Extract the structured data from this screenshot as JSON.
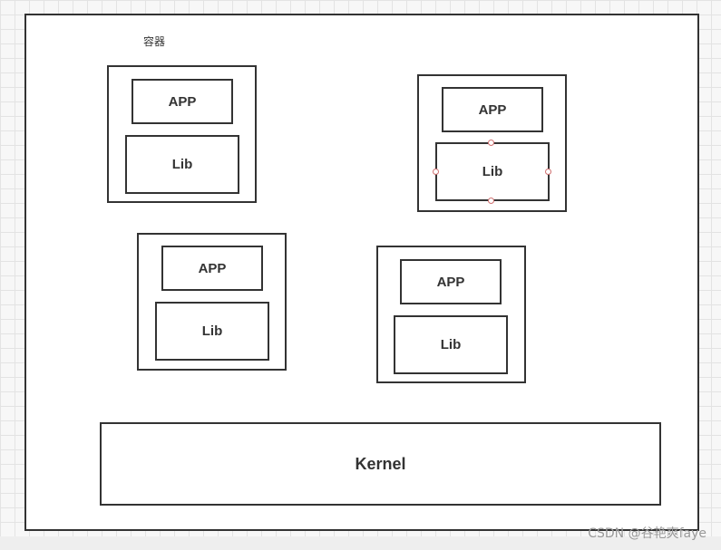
{
  "diagram": {
    "title": "容器",
    "containers": [
      {
        "app": "APP",
        "lib": "Lib"
      },
      {
        "app": "APP",
        "lib": "Lib"
      },
      {
        "app": "APP",
        "lib": "Lib"
      },
      {
        "app": "APP",
        "lib": "Lib"
      }
    ],
    "kernel": "Kernel"
  },
  "watermark": "CSDN @谷艳爽faye"
}
